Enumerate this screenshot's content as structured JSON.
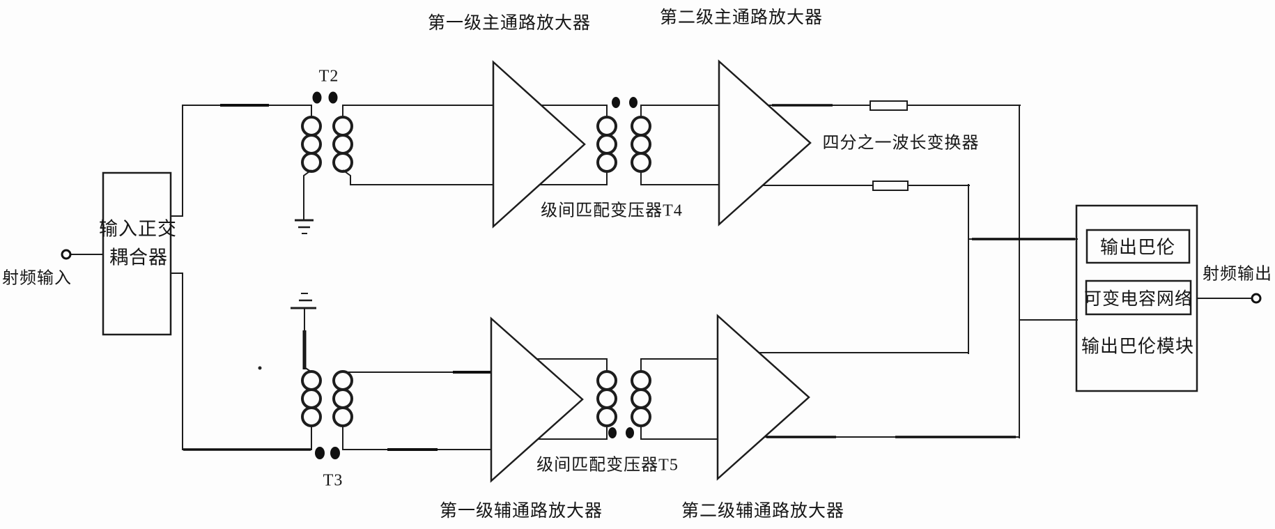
{
  "diagram": {
    "type": "circuit-schematic",
    "background": "#fdfdfd",
    "line_color": "#1d1d1d",
    "labels": {
      "rf_input": "射频输入",
      "rf_output": "射频输出",
      "input_coupler_line1": "输入正交",
      "input_coupler_line2": "耦合器",
      "t2": "T2",
      "t3": "T3",
      "stage1_main_amp": "第一级主通路放大器",
      "stage2_main_amp": "第二级主通路放大器",
      "stage1_aux_amp": "第一级辅通路放大器",
      "stage2_aux_amp": "第二级辅通路放大器",
      "interstage_transformer_t4": "级间匹配变压器T4",
      "interstage_transformer_t5": "级间匹配变压器T5",
      "quarter_wave_transformer": "四分之一波长变换器",
      "output_balun": "输出巴伦",
      "variable_capacitor_network": "可变电容网络",
      "output_balun_module": "输出巴伦模块"
    }
  }
}
